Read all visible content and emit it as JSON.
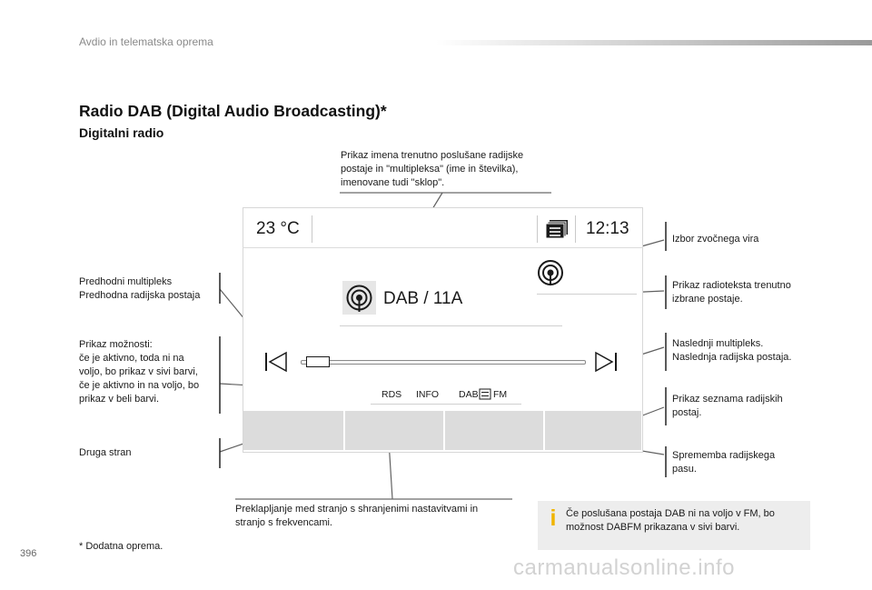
{
  "header": {
    "section_title": "Avdio in telematska oprema"
  },
  "title": "Radio DAB (Digital Audio Broadcasting)*",
  "subtitle": "Digitalni radio",
  "screen": {
    "temperature": "23 °C",
    "time": "12:13",
    "station": "DAB / 11A",
    "tabs": {
      "rds": "RDS",
      "info": "INFO",
      "dab": "DAB",
      "fm": "FM"
    }
  },
  "callouts": {
    "top": [
      "Prikaz imena trenutno poslušane radijske",
      "postaje in \"multipleksa\" (ime in številka),",
      "imenovane tudi \"sklop\"."
    ],
    "prev": [
      "Predhodni multipleks",
      "Predhodna radijska postaja"
    ],
    "options": [
      "Prikaz možnosti:",
      "če je aktivno, toda ni na",
      "voljo, bo prikaz v sivi barvi,",
      "če je aktivno in na voljo, bo",
      "prikaz v beli barvi."
    ],
    "second_page": [
      "Druga stran"
    ],
    "source": [
      "Izbor zvočnega vira"
    ],
    "radiotext": [
      "Prikaz radioteksta trenutno",
      "izbrane postaje."
    ],
    "next": [
      "Naslednji multipleks.",
      "Naslednja radijska postaja."
    ],
    "list": [
      "Prikaz seznama radijskih",
      "postaj."
    ],
    "change_band": [
      "Sprememba radijskega",
      "pasu."
    ],
    "bottom": [
      "Preklapljanje med stranjo s shranjenimi nastavitvami in",
      "stranjo s frekvencami."
    ]
  },
  "footnote": "* Dodatna oprema.",
  "info": {
    "icon": "i",
    "text": [
      "Če poslušana postaja DAB ni na voljo v FM, bo",
      "možnost DABFM prikazana v sivi barvi."
    ]
  },
  "page_number": "396",
  "watermark": "carmanualsonline.info",
  "icons": [
    "list-icon",
    "broadcast-icon",
    "previous-icon",
    "next-icon",
    "dab-fm-toggle-icon",
    "info-icon"
  ],
  "colors": {
    "accent": "#f0b400",
    "divider": "#1a1a1a",
    "screen_cells": "#dcdcdc"
  }
}
